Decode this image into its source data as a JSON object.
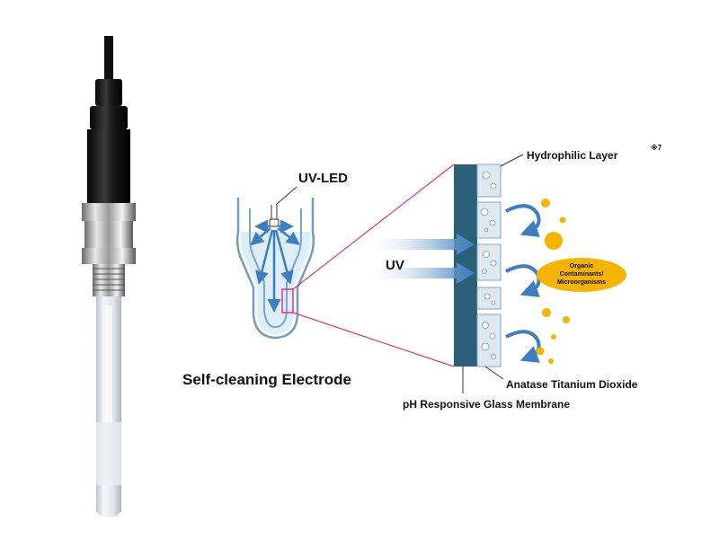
{
  "labels": {
    "uv_led": "UV-LED",
    "uv": "UV",
    "hydrophilic_layer": "Hydrophilic Layer",
    "footnote": "※7",
    "organic_line1": "Organic",
    "organic_line2": "Contaminants/",
    "organic_line3": "Microorganisms",
    "self_cleaning": "Self-cleaning Electrode",
    "anatase": "Anatase Titanium Dioxide",
    "ph_membrane": "pH Responsive Glass Membrane"
  },
  "colors": {
    "membrane": "#2a5f7a",
    "uv_arrow": "#4a86c4",
    "magenta": "#e0338c",
    "particle": "#f4b400",
    "cell": "#d9e6ef",
    "solution": "#bfe0f2"
  },
  "icons": {
    "electrode_photo": "ph-electrode-sensor",
    "uv_arrows": "right-arrow-icon",
    "curved_arrows": "curved-arrow-icon"
  }
}
